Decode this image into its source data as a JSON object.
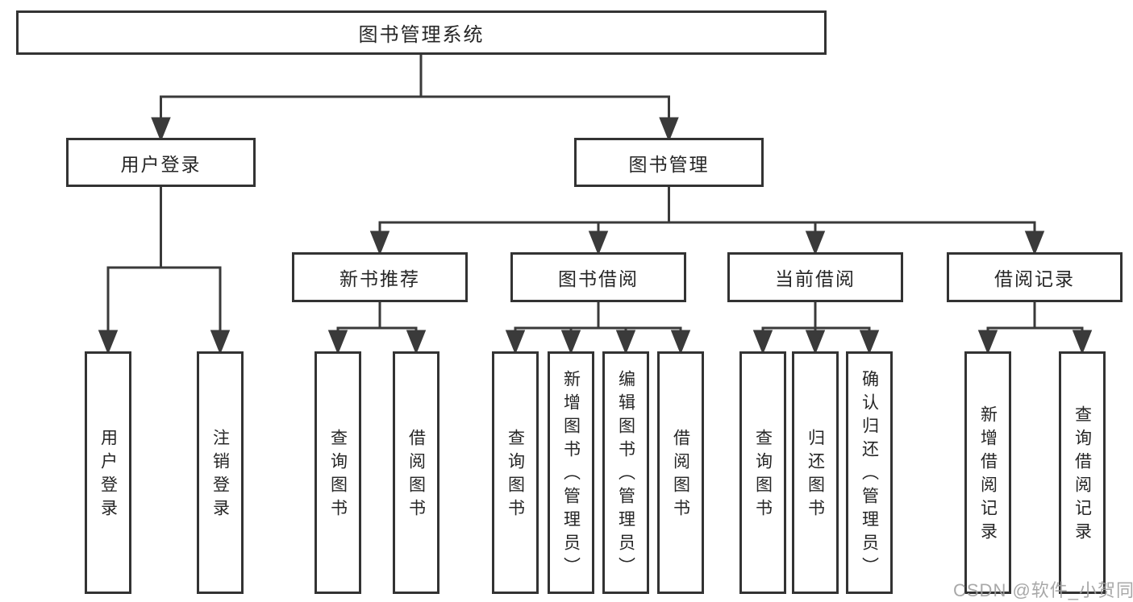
{
  "diagram": {
    "type": "hierarchy-tree",
    "nodes": {
      "root": "图书管理系统",
      "level2": [
        "用户登录",
        "图书管理"
      ],
      "level3": [
        "新书推荐",
        "图书借阅",
        "当前借阅",
        "借阅记录"
      ],
      "leaves": [
        "用户登录",
        "注销登录",
        "查询图书",
        "借阅图书",
        "查询图书",
        "新增图书（管理员）",
        "编辑图书（管理员）",
        "借阅图书",
        "查询图书",
        "归还图书",
        "确认归还（管理员）",
        "新增借阅记录",
        "查询借阅记录"
      ]
    },
    "structure": {
      "图书管理系统": [
        "用户登录",
        "图书管理"
      ],
      "用户登录": [
        "用户登录",
        "注销登录"
      ],
      "图书管理": [
        "新书推荐",
        "图书借阅",
        "当前借阅",
        "借阅记录"
      ],
      "新书推荐": [
        "查询图书",
        "借阅图书"
      ],
      "图书借阅": [
        "查询图书",
        "新增图书（管理员）",
        "编辑图书（管理员）",
        "借阅图书"
      ],
      "当前借阅": [
        "查询图书",
        "归还图书",
        "确认归还（管理员）"
      ],
      "借阅记录": [
        "新增借阅记录",
        "查询借阅记录"
      ]
    },
    "colors": {
      "line": "#3a3a3a",
      "border": "#333333",
      "text": "#262626",
      "watermark": "#9e9e9e",
      "background": "#ffffff"
    }
  },
  "watermark": "CSDN @软件_小贺同学"
}
